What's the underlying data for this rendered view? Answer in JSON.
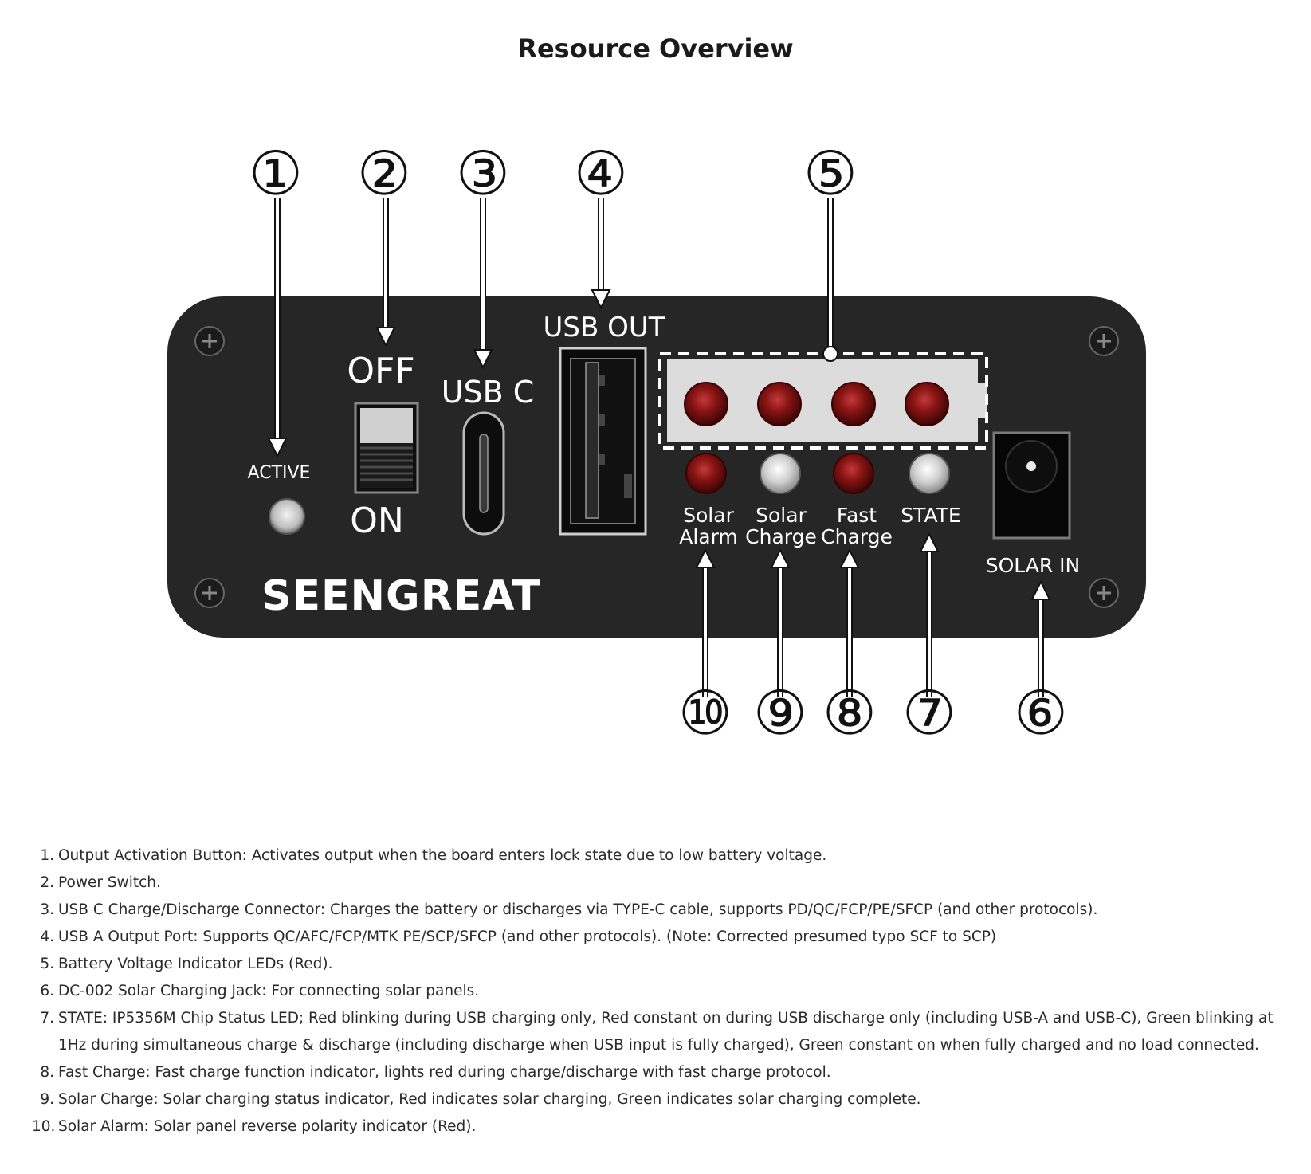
{
  "title": "Resource Overview",
  "panel": {
    "brand": "SEENGREAT",
    "active_label": "ACTIVE",
    "switch_off_label": "OFF",
    "switch_on_label": "ON",
    "usb_c_label": "USB C",
    "usb_out_label": "USB OUT",
    "solar_in_label": "SOLAR IN",
    "indicators": [
      {
        "line1": "Solar",
        "line2": "Alarm",
        "led_color": "red"
      },
      {
        "line1": "Solar",
        "line2": "Charge",
        "led_color": "white"
      },
      {
        "line1": "Fast",
        "line2": "Charge",
        "led_color": "red"
      },
      {
        "line1": "STATE",
        "line2": "",
        "led_color": "white"
      }
    ],
    "battery_led_count": 4,
    "battery_led_color": "red"
  },
  "callouts": {
    "c1": "①",
    "c2": "②",
    "c3": "③",
    "c4": "④",
    "c5": "⑤",
    "c6": "⑥",
    "c7": "⑦",
    "c8": "⑧",
    "c9": "⑨",
    "c10": "⑩"
  },
  "descriptions": [
    {
      "num": "1.",
      "text": "Output Activation Button: Activates output when the board enters lock state due to low battery voltage."
    },
    {
      "num": "2.",
      "text": "Power Switch."
    },
    {
      "num": "3.",
      "text": "USB C Charge/Discharge Connector: Charges the battery or discharges via TYPE-C cable, supports PD/QC/FCP/PE/SFCP (and other protocols)."
    },
    {
      "num": "4.",
      "text": "USB A Output Port: Supports QC/AFC/FCP/MTK PE/SCP/SFCP (and other protocols). (Note: Corrected presumed typo SCF to SCP)"
    },
    {
      "num": "5.",
      "text": "Battery Voltage Indicator LEDs (Red)."
    },
    {
      "num": "6.",
      "text": "DC-002 Solar Charging Jack: For connecting solar panels."
    },
    {
      "num": "7.",
      "text": "STATE: IP5356M Chip Status LED; Red blinking during USB charging only, Red constant on during USB discharge only (including USB-A and USB-C), Green blinking at 1Hz during simultaneous charge & discharge (including discharge when USB input is fully charged), Green constant on when fully charged and no load connected."
    },
    {
      "num": "8.",
      "text": "Fast Charge: Fast charge function indicator, lights red during charge/discharge with fast charge protocol."
    },
    {
      "num": "9.",
      "text": "Solar Charge: Solar charging status indicator, Red indicates solar charging, Green indicates solar charging complete."
    },
    {
      "num": "10.",
      "text": "Solar Alarm: Solar panel reverse polarity indicator (Red)."
    }
  ],
  "colors": {
    "panel": "#262626",
    "led_red": "#7a0f0f",
    "led_white": "#d8d8d8",
    "battery_strip": "#dcdcdc"
  }
}
